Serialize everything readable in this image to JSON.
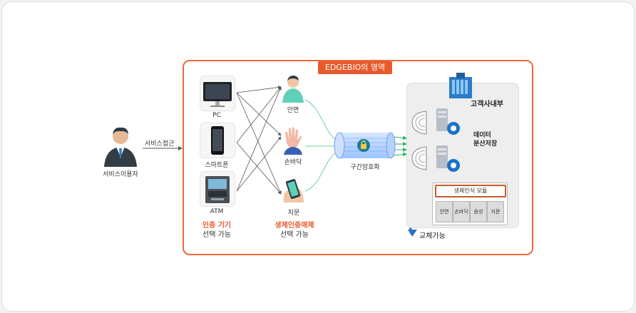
{
  "region_title": "EDGEBIO의 영역",
  "user": {
    "label": "서비스이용자"
  },
  "service_access_label": "서비스접근",
  "devices": [
    {
      "label": "PC"
    },
    {
      "label": "스마트폰"
    },
    {
      "label": "ATM"
    }
  ],
  "device_caption": {
    "line1": "인증 기기",
    "line2": "선택 가능"
  },
  "biometrics": [
    {
      "label": "안면"
    },
    {
      "label": "손바닥"
    },
    {
      "label": "지문"
    }
  ],
  "biometric_caption": {
    "line1": "생체인증매체",
    "line2": "선택 가능"
  },
  "encryption_label": "구간암호화",
  "customer_label": "고객사내부",
  "storage_label": "데이터\n분산저장",
  "module_title": "생체인식 모듈",
  "modules": [
    "안면",
    "손바닥",
    "음성",
    "지문"
  ],
  "replace_label": "교체가능",
  "colors": {
    "accent": "#e85a2b",
    "arrow_green": "#2fb36a",
    "teal": "#2a9d8f"
  }
}
